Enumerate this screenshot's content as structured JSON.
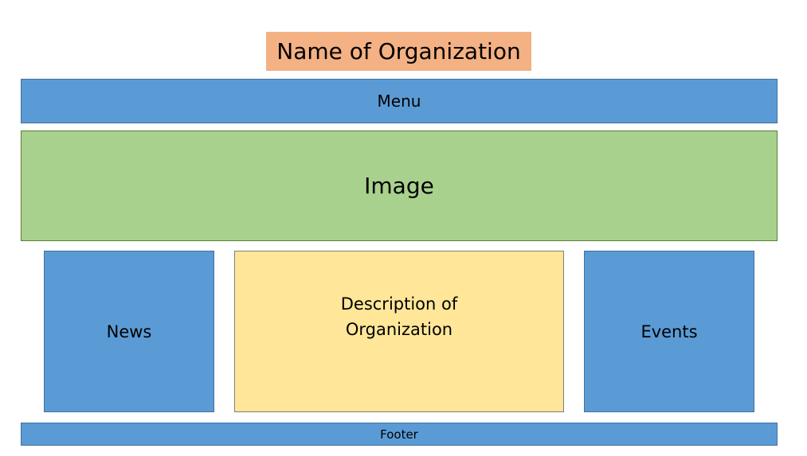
{
  "wireframe": {
    "title": "Name of Organization",
    "menu": "Menu",
    "image": "Image",
    "news": "News",
    "description": "Description of Organization",
    "events": "Events",
    "footer": "Footer"
  },
  "colors": {
    "title_fill": "#f4b183",
    "blue_fill": "#5b9bd5",
    "green_fill": "#a9d18e",
    "yellow_fill": "#ffe699"
  }
}
